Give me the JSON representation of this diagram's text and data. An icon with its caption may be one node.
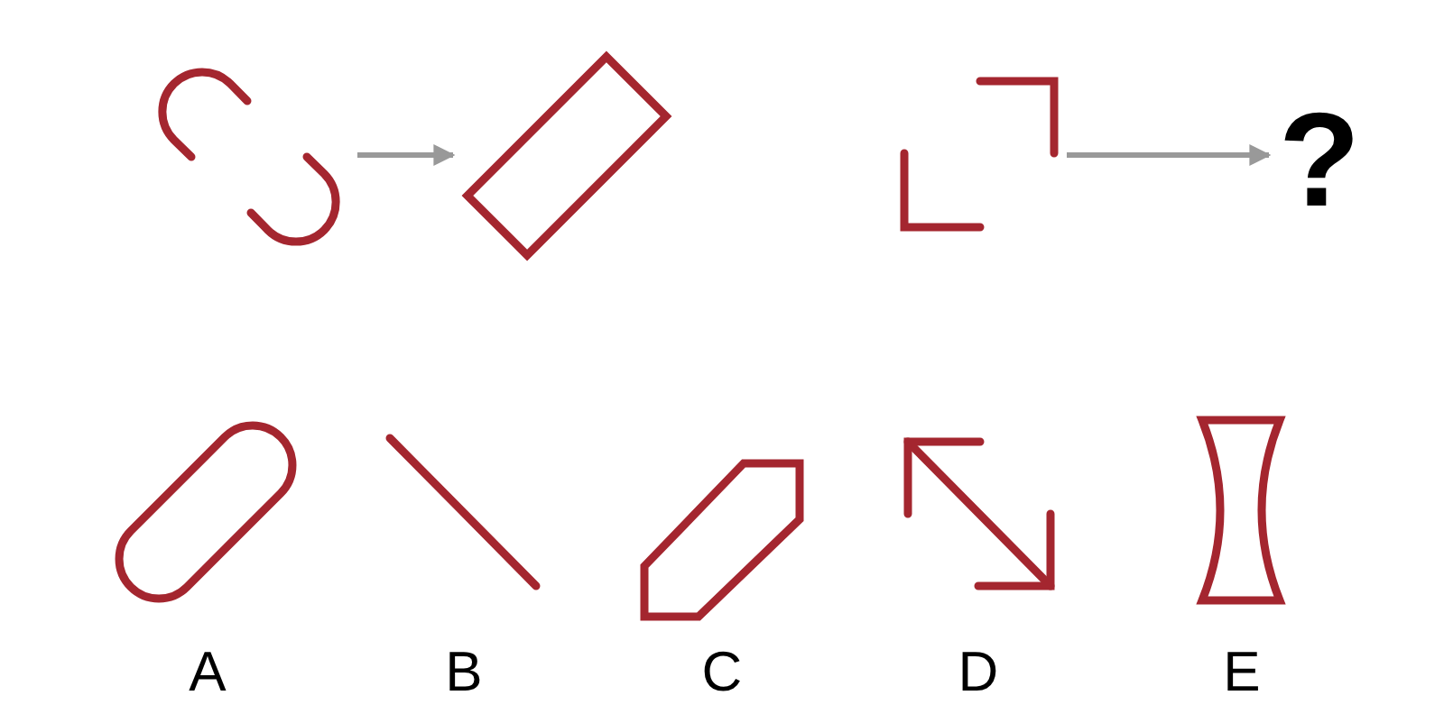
{
  "diagram": {
    "nodes": [
      {
        "text": [],
        "shape": "picture"
      },
      {
        "text": [],
        "shape": "box"
      },
      {
        "text": [],
        "shape": "picture"
      },
      {
        "text": [
          "?"
        ]
      },
      {
        "text": [],
        "shape": "bar",
        "beside": [
          "A"
        ]
      },
      {
        "text": [],
        "shape": "picture",
        "beside": [
          "B"
        ]
      },
      {
        "text": [],
        "shape": "picture",
        "beside": [
          "C"
        ]
      },
      {
        "text": [],
        "shape": "picture",
        "beside": [
          "D"
        ]
      },
      {
        "text": [],
        "shape": "picture",
        "beside": [
          "E"
        ]
      }
    ],
    "edges": [
      {
        "from": 0,
        "to": 1,
        "arrow": "to"
      },
      {
        "from": 2,
        "to": 3,
        "arrow": "to"
      }
    ]
  }
}
